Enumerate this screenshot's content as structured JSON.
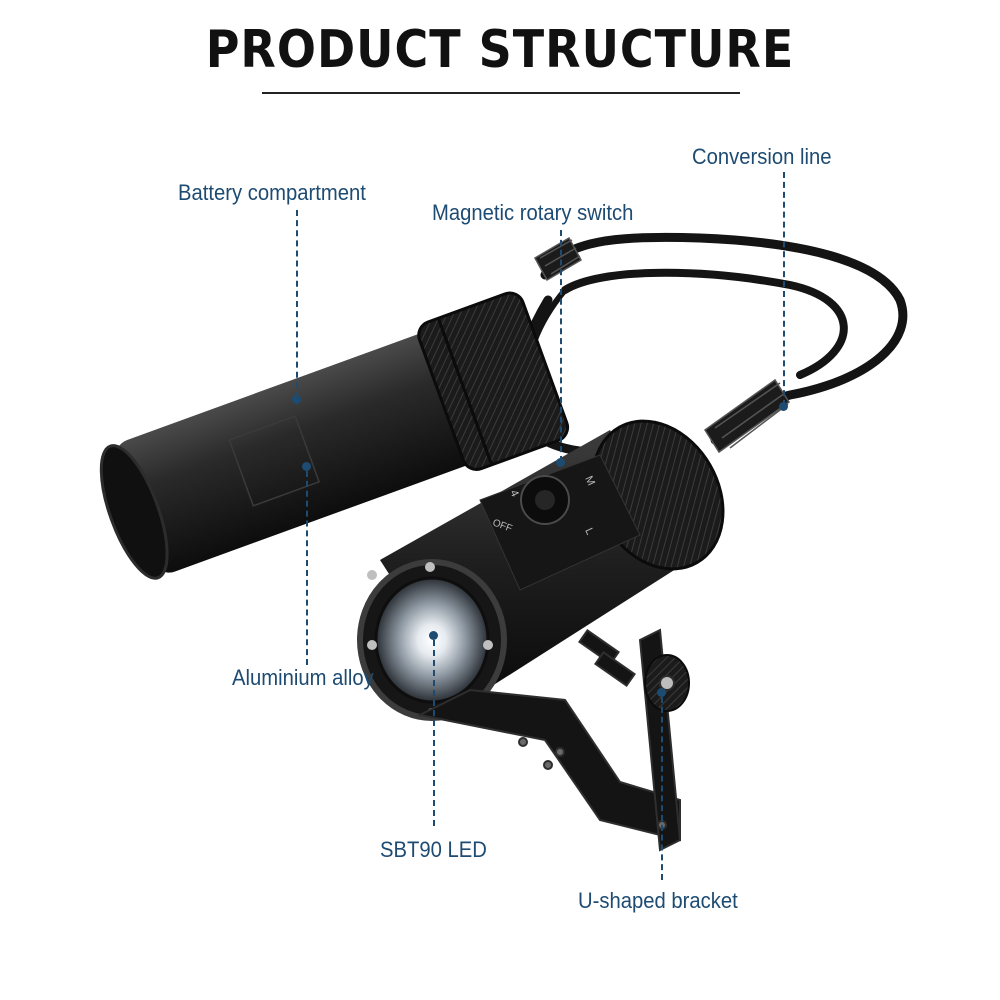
{
  "title": "PRODUCT STRUCTURE",
  "colors": {
    "label": "#1e4b72",
    "title": "#111111",
    "background": "#ffffff"
  },
  "callouts": [
    {
      "id": "battery",
      "text": "Battery compartment"
    },
    {
      "id": "conversion",
      "text": "Conversion line"
    },
    {
      "id": "switch",
      "text": "Magnetic rotary switch"
    },
    {
      "id": "alloy",
      "text": "Aluminium alloy"
    },
    {
      "id": "led",
      "text": "SBT90 LED"
    },
    {
      "id": "bracket",
      "text": "U-shaped bracket"
    }
  ],
  "switch_marks": {
    "mode_m": "M",
    "mode_l": "L",
    "off": "OFF",
    "step": "4"
  }
}
